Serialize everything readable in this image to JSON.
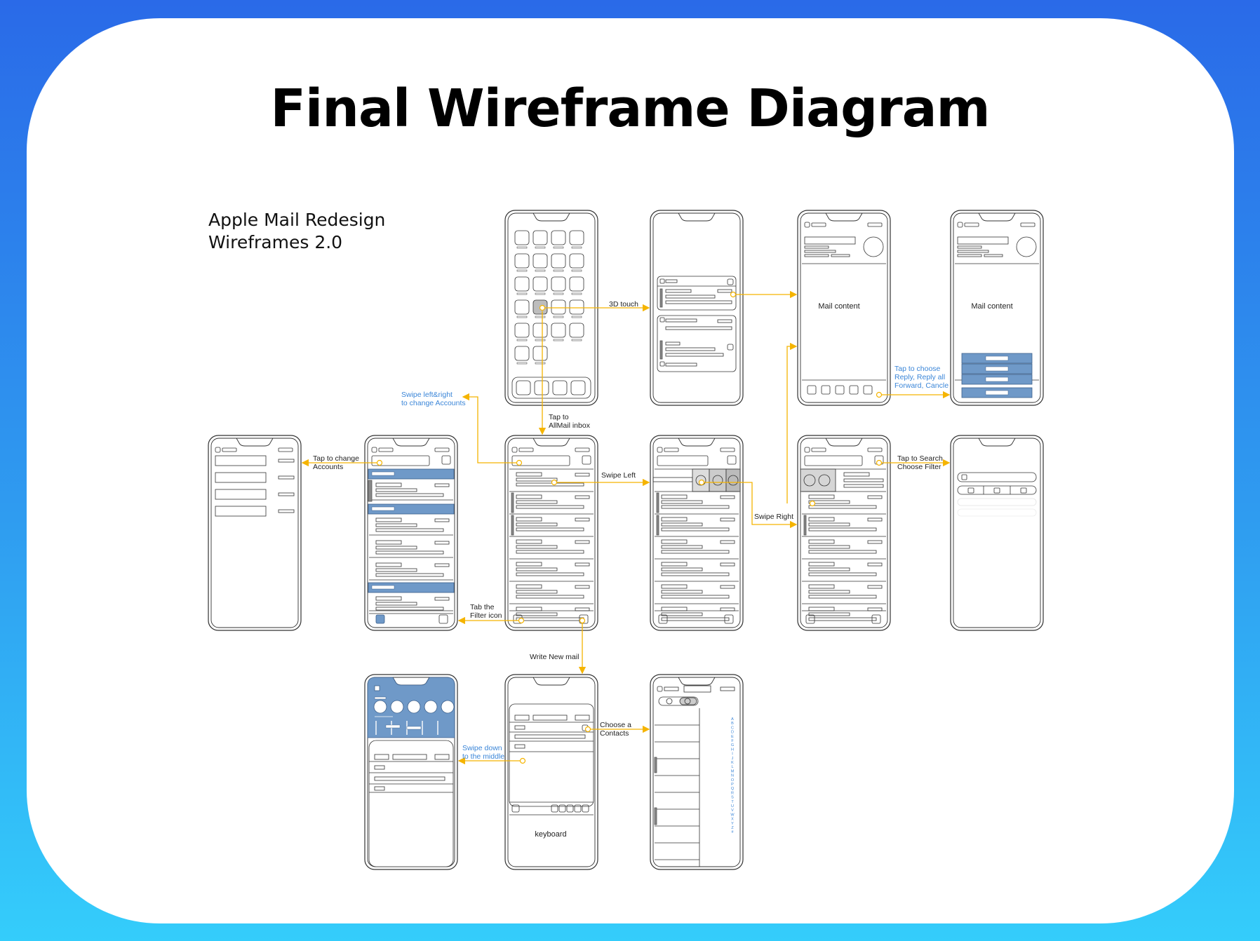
{
  "title": "Final Wireframe Diagram",
  "subtitle": [
    "Apple Mail Redesign",
    "Wireframes 2.0"
  ],
  "colors": {
    "accent": "#f5b400",
    "fill_blue": "#6f99c8",
    "note_blue": "#3b86d8",
    "outline": "#333333",
    "bg_top": "#2a6ae8",
    "bg_bottom": "#34cdfb"
  },
  "annotations": {
    "touch_3d": "3D touch",
    "tap_allmail": [
      "Tap to",
      "AllMail inbox"
    ],
    "swipe_accounts": [
      "Swipe left&right",
      "to change Accounts"
    ],
    "tap_change_accounts": [
      "Tap to change",
      "Accounts"
    ],
    "tab_filter": [
      "Tab the",
      "Filter icon"
    ],
    "swipe_left": "Swipe Left",
    "swipe_right": "Swipe Right",
    "tap_search": [
      "Tap to Search",
      "Choose Filter"
    ],
    "tap_choose": [
      "Tap to choose",
      "Reply, Reply all",
      "Forward, Cancle"
    ],
    "write_new": "Write New mail",
    "choose_contacts": [
      "Choose a",
      "Contacts"
    ],
    "swipe_down": [
      "Swipe down",
      "to the middle"
    ]
  },
  "screens": {
    "mail_content": "Mail content",
    "keyboard": "keyboard",
    "alphabet": "ABCDEFGHIJKLMNOPQRSTUVWXYZ#"
  }
}
